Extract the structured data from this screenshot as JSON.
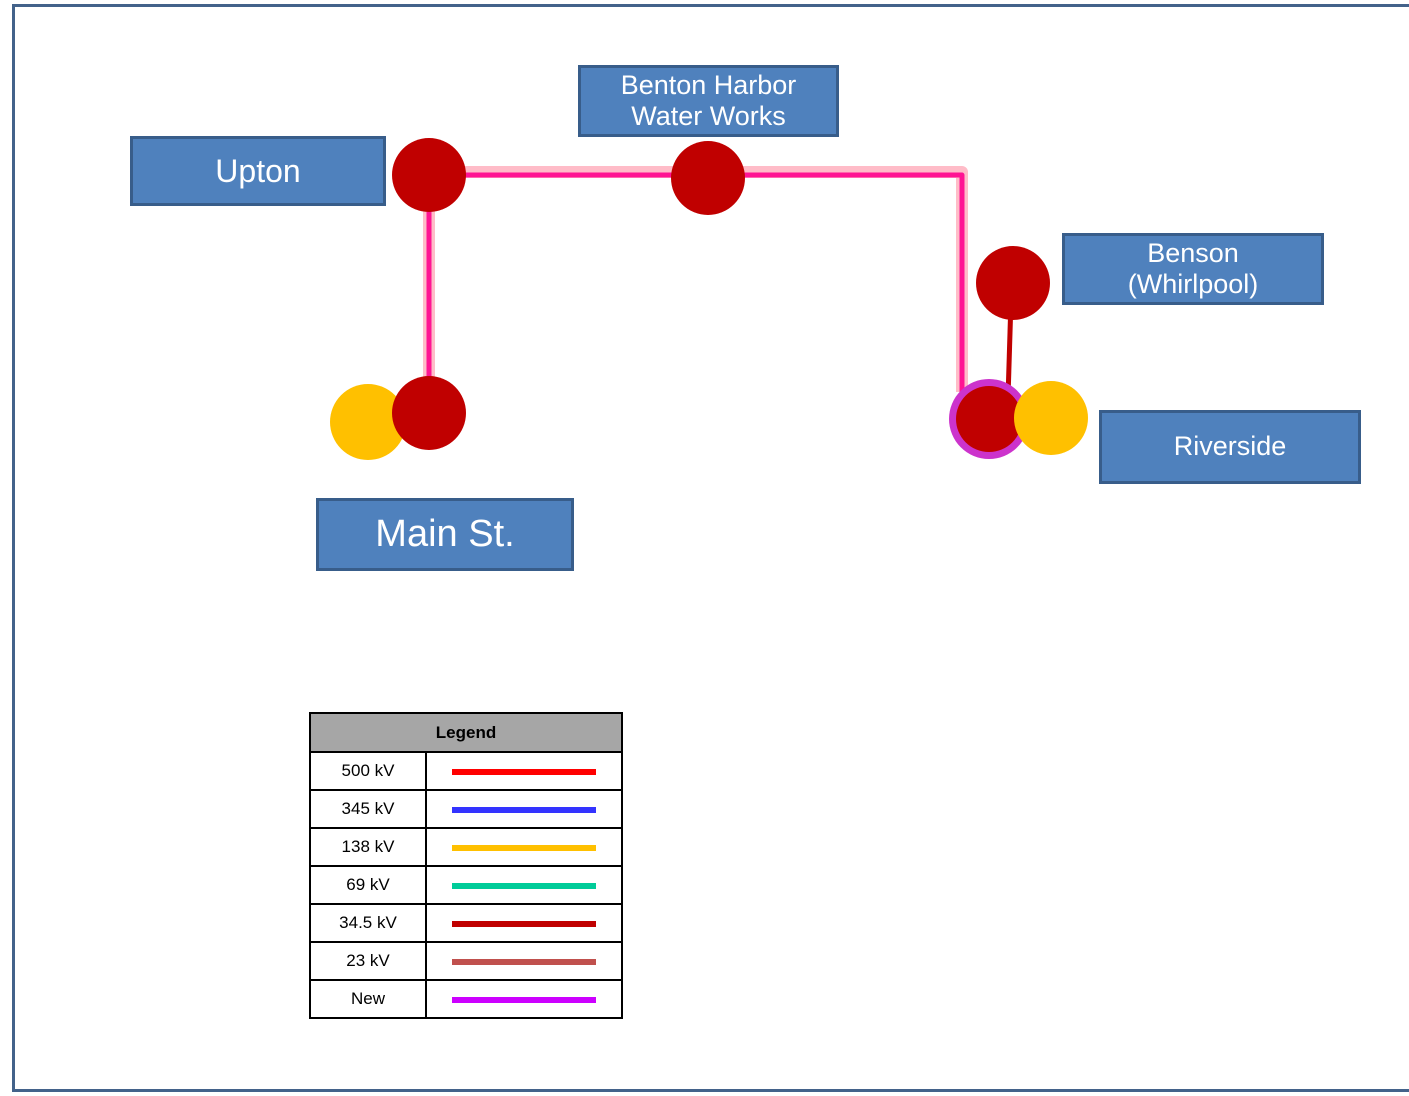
{
  "stations": {
    "upton": "Upton",
    "benton_harbor": "Benton Harbor\nWater Works",
    "benson": "Benson\n(Whirlpool)",
    "riverside": "Riverside",
    "main_st": "Main St."
  },
  "legend": {
    "title": "Legend",
    "rows": [
      {
        "label": "500 kV",
        "color": "#ff0000"
      },
      {
        "label": "345 kV",
        "color": "#3333ff"
      },
      {
        "label": "138 kV",
        "color": "#ffc000"
      },
      {
        "label": "69 kV",
        "color": "#00cc99"
      },
      {
        "label": "34.5 kV",
        "color": "#c00000"
      },
      {
        "label": "23 kV",
        "color": "#c0504d"
      },
      {
        "label": "New",
        "color": "#cc00ff"
      }
    ]
  },
  "colors": {
    "frame_border": "#43628a",
    "label_fill": "#4f81bd",
    "label_border": "#385d8a",
    "substation_34kv": "#c00000",
    "substation_138kv": "#ffc000",
    "new_line": "#ff1493",
    "new_line_glow": "#ff9fb0",
    "ring_new": "#cc33cc"
  }
}
